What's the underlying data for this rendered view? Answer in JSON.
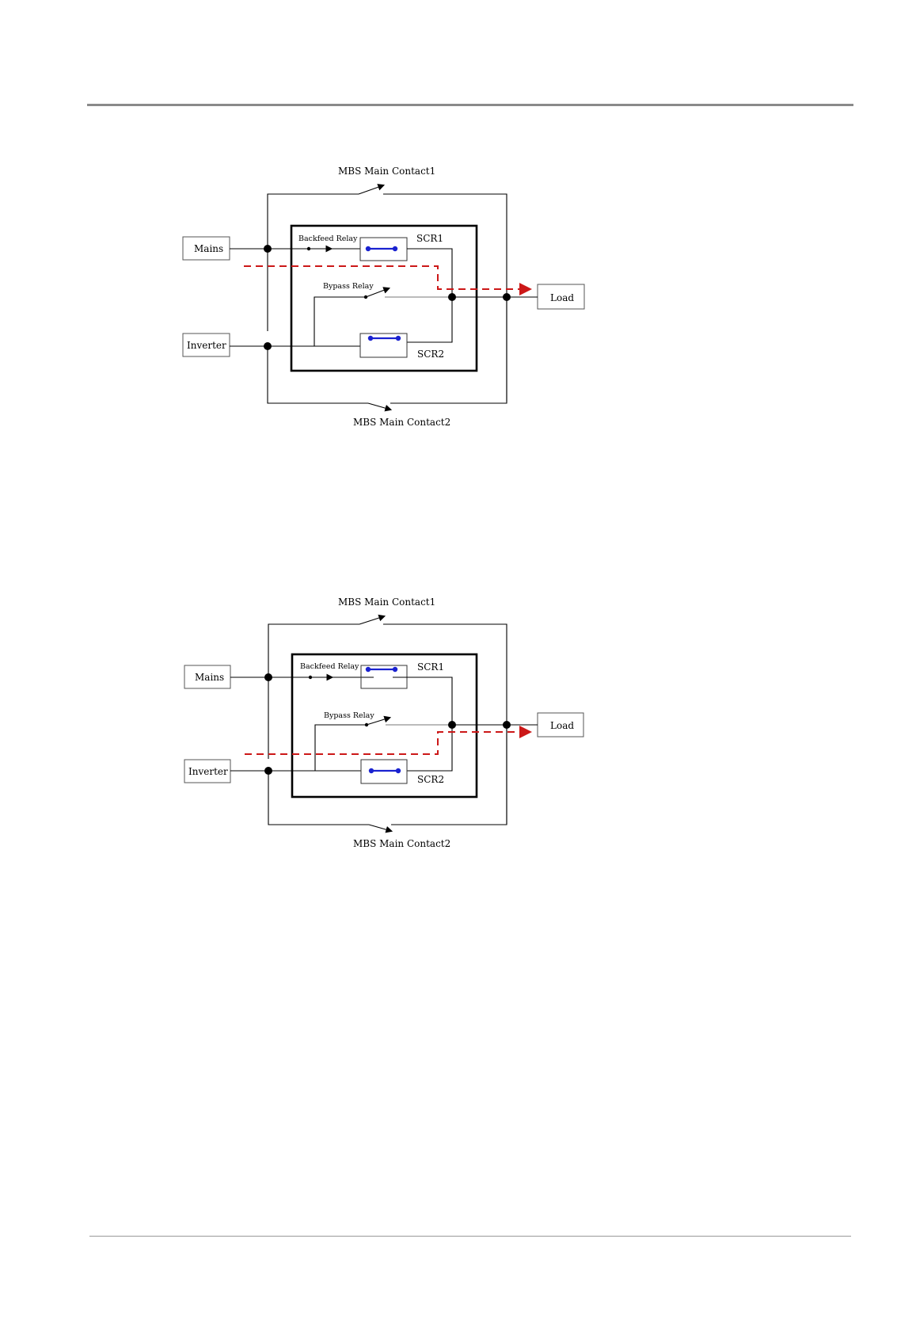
{
  "diagrams": [
    {
      "id": "top",
      "contact1_label": "MBS Main Contact1",
      "contact2_label": "MBS Main Contact2",
      "mains_label": "Mains",
      "inverter_label": "Inverter",
      "load_label": "Load",
      "backfeed_label": "Backfeed Relay",
      "bypass_label": "Bypass Relay",
      "scr1_label": "SCR1",
      "scr2_label": "SCR2"
    },
    {
      "id": "bottom",
      "contact1_label": "MBS Main Contact1",
      "contact2_label": "MBS Main Contact2",
      "mains_label": "Mains",
      "inverter_label": "Inverter",
      "load_label": "Load",
      "backfeed_label": "Backfeed Relay",
      "bypass_label": "Bypass Relay",
      "scr1_label": "SCR1",
      "scr2_label": "SCR2"
    }
  ],
  "colors": {
    "power_path": "#cc1818",
    "scr_closed": "#1a22d0",
    "frame": "#000000"
  }
}
